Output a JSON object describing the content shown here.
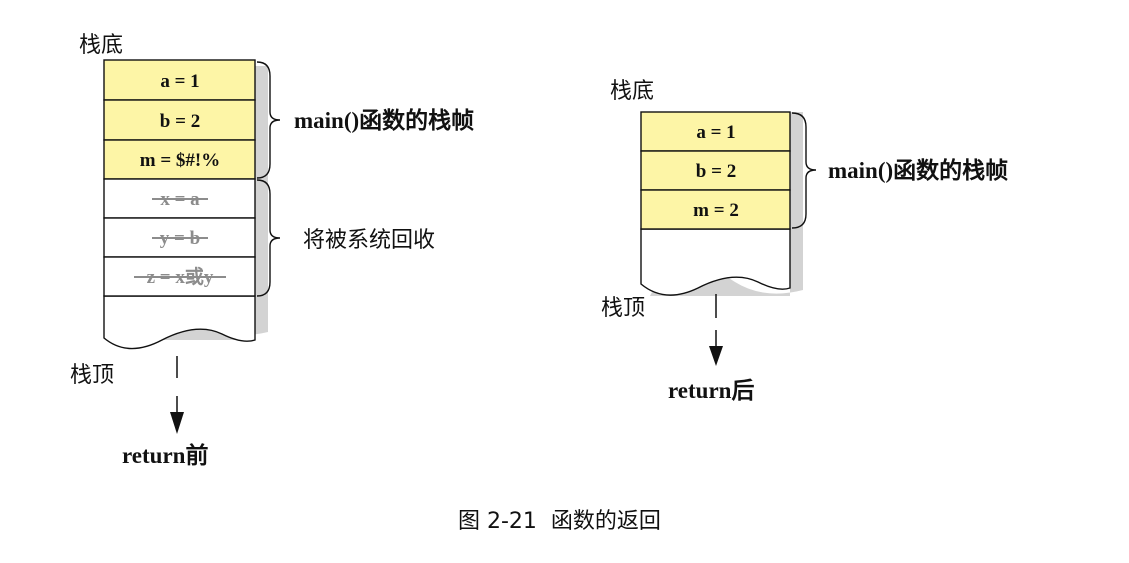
{
  "before": {
    "stack_bottom_label": "栈底",
    "stack_top_label": "栈顶",
    "cells": [
      {
        "text": "a = 1",
        "state": "live"
      },
      {
        "text": "b = 2",
        "state": "live"
      },
      {
        "text": "m = $#!%",
        "state": "live"
      },
      {
        "text": "x = a",
        "state": "reclaimed"
      },
      {
        "text": "y = b",
        "state": "reclaimed"
      },
      {
        "text": "z = x或y",
        "state": "reclaimed"
      }
    ],
    "main_frame_label": "main()函数的栈帧",
    "reclaim_label": "将被系统回收",
    "caption": "return前"
  },
  "after": {
    "stack_bottom_label": "栈底",
    "stack_top_label": "栈顶",
    "cells": [
      {
        "text": "a = 1",
        "state": "live"
      },
      {
        "text": "b = 2",
        "state": "live"
      },
      {
        "text": "m = 2",
        "state": "live"
      }
    ],
    "main_frame_label": "main()函数的栈帧",
    "caption": "return后"
  },
  "figure_caption": "图 2-21  函数的返回",
  "colors": {
    "live_cell": "#fdf5a6",
    "reclaimed_text": "#8c8c8c",
    "shadow": "#d3d3d3"
  }
}
